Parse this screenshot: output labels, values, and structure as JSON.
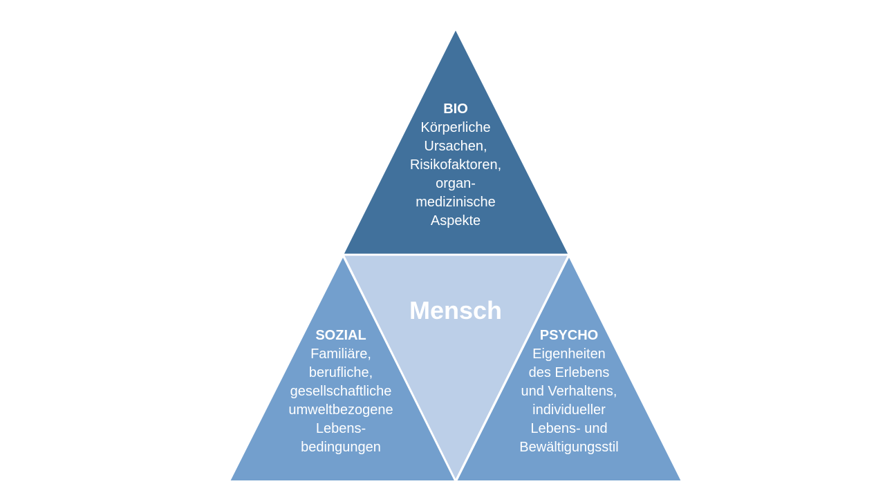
{
  "colors": {
    "bio": "#41719c",
    "side": "#739fcd",
    "center": "#bccfe8"
  },
  "bio": {
    "title": "BIO",
    "lines": [
      "Körperliche",
      "Ursachen,",
      "Risikofaktoren,",
      "organ-",
      "medizinische",
      "Aspekte"
    ]
  },
  "center": {
    "title": "Mensch"
  },
  "sozial": {
    "title": "SOZIAL",
    "lines": [
      "Familiäre,",
      "berufliche,",
      "gesellschaftliche",
      "umweltbezogene",
      "Lebens-",
      "bedingungen"
    ]
  },
  "psycho": {
    "title": "PSYCHO",
    "lines": [
      "Eigenheiten",
      "des Erlebens",
      "und Verhaltens,",
      "individueller",
      "Lebens- und",
      "Bewältigungsstil"
    ]
  }
}
